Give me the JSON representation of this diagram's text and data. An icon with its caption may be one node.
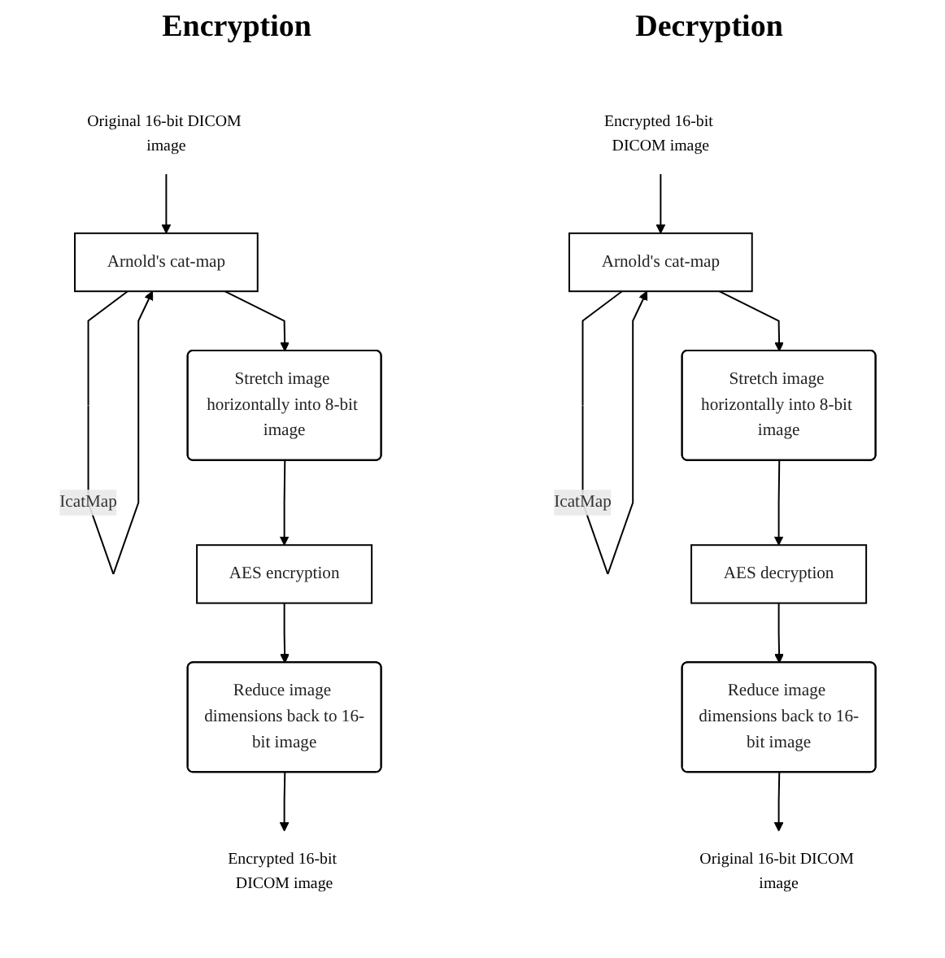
{
  "diagram": {
    "nodes": [
      {
        "text": [
          "Original 16-bit DICOM image"
        ]
      },
      {
        "text": [
          "Arnold's cat-map"
        ]
      },
      {
        "text": [
          "Stretch image horizontally into 8-bit image"
        ]
      },
      {
        "text": [
          "AES encryption"
        ]
      },
      {
        "text": [
          "Reduce image dimensions back to 16-bit image"
        ]
      },
      {
        "text": [
          "Encrypted 16-bit DICOM image"
        ]
      },
      {
        "text": [
          "Encrypted 16-bit DICOM image"
        ]
      },
      {
        "text": [
          "Arnold's cat-map"
        ]
      },
      {
        "text": [
          "Stretch image horizontally into 8-bit image"
        ]
      },
      {
        "text": [
          "AES decryption"
        ]
      },
      {
        "text": [
          "Reduce image dimensions back to 16-bit image"
        ]
      },
      {
        "text": [
          "Original 16-bit DICOM image"
        ]
      }
    ],
    "edges": [
      {
        "from": 0,
        "to": 1,
        "arrow": "to"
      },
      {
        "from": 1,
        "to": 1,
        "label": "IcatMap",
        "arrow": "to"
      },
      {
        "from": 1,
        "to": 2,
        "arrow": "to"
      },
      {
        "from": 2,
        "to": 3,
        "arrow": "to"
      },
      {
        "from": 3,
        "to": 4,
        "arrow": "to"
      },
      {
        "from": 4,
        "to": 5,
        "arrow": "to"
      },
      {
        "from": 6,
        "to": 7,
        "arrow": "to"
      },
      {
        "from": 7,
        "to": 7,
        "label": "IcatMap",
        "arrow": "to"
      },
      {
        "from": 7,
        "to": 8,
        "arrow": "to"
      },
      {
        "from": 8,
        "to": 9,
        "arrow": "to"
      },
      {
        "from": 9,
        "to": 10,
        "arrow": "to"
      },
      {
        "from": 10,
        "to": 11,
        "arrow": "to"
      }
    ],
    "labels": [
      "Encryption",
      "Decryption"
    ]
  }
}
